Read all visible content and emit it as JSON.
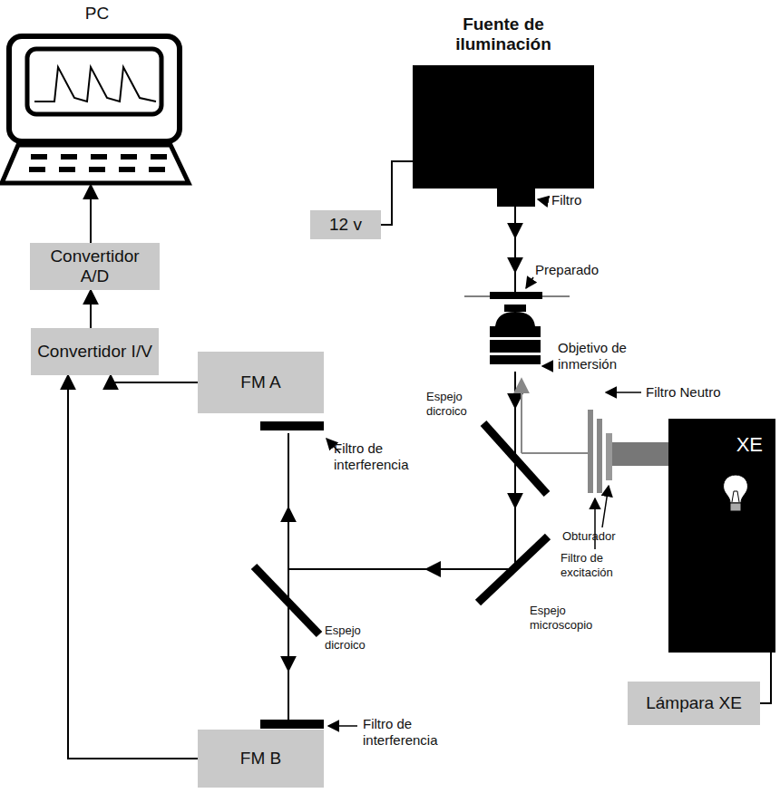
{
  "diagram": {
    "nodes": [
      {
        "text": [
          "PC"
        ]
      },
      {
        "text": [
          "Fuente de iluminación"
        ]
      },
      {
        "text": [
          "12 v"
        ]
      },
      {
        "text": [
          "Convertidor A/D"
        ]
      },
      {
        "text": [
          "Convertidor I/V"
        ]
      },
      {
        "text": [
          "FM A"
        ]
      },
      {
        "text": [
          "XE"
        ]
      },
      {
        "text": [
          "Lámpara XE"
        ]
      },
      {
        "text": [
          "FM B"
        ]
      }
    ],
    "edges": [
      {
        "from": 4,
        "to": 3,
        "arrow": "to"
      },
      {
        "from": 3,
        "to": 0,
        "arrow": "to"
      },
      {
        "from": 5,
        "to": 4,
        "arrow": "to"
      },
      {
        "from": 8,
        "to": 4,
        "arrow": "to"
      },
      {
        "from": 2,
        "to": 1,
        "arrow": "none"
      },
      {
        "from": 7,
        "to": 6,
        "arrow": "none"
      }
    ],
    "labels": [
      "Filtro",
      "Preparado",
      "Objetivo de inmersión",
      "Filtro Neutro",
      "Espejo dicroico",
      "Obturador",
      "Filtro de excitación",
      "Espejo microscopio",
      "Filtro de interferencia",
      "Espejo dicroico",
      "Filtro de interferencia"
    ]
  }
}
